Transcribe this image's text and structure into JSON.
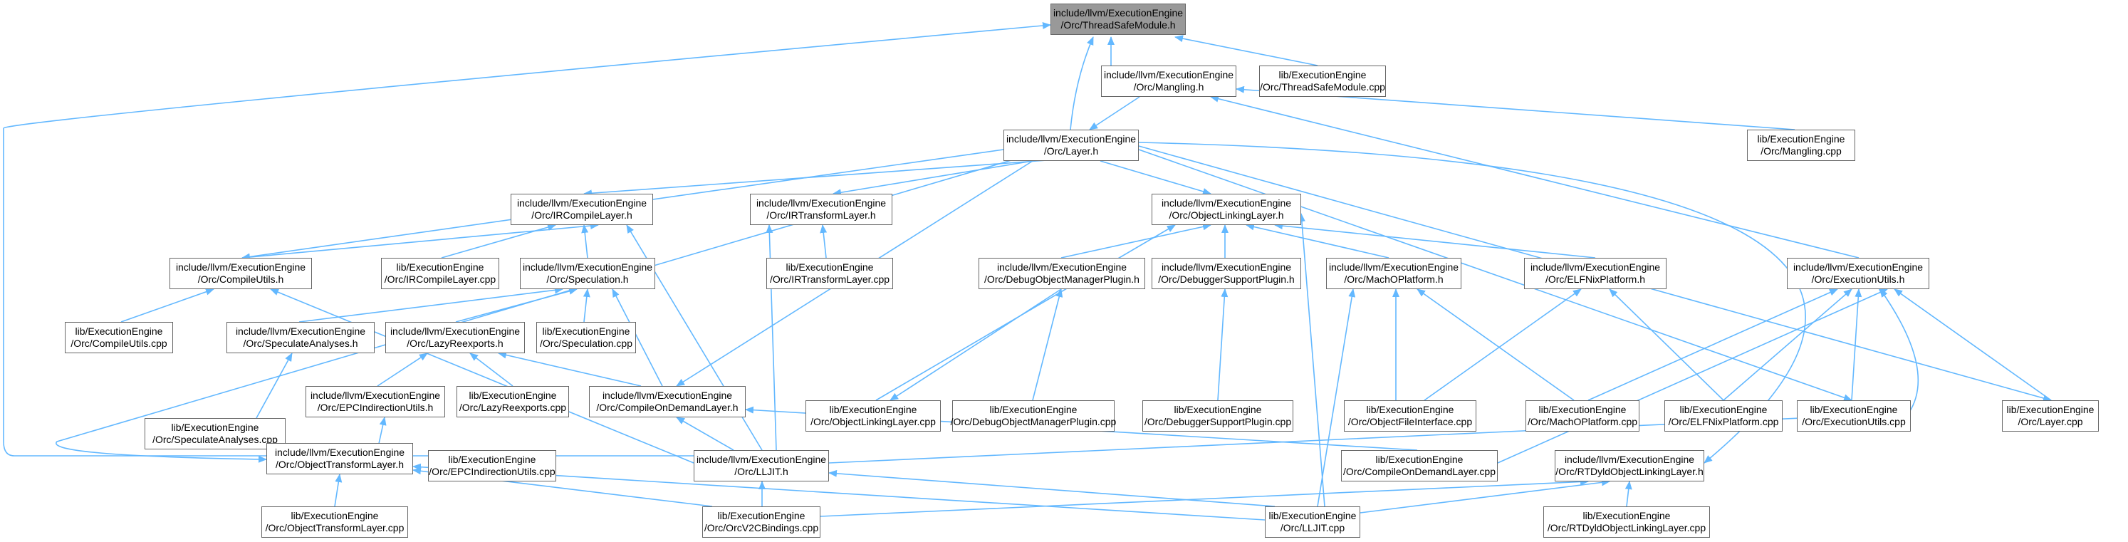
{
  "graph": {
    "colors": {
      "edge": "#63b8ff",
      "node_border": "#666666",
      "root_fill": "#999999",
      "node_fill": "#ffffff"
    },
    "nodes": {
      "tsm_h": {
        "line1": "include/llvm/ExecutionEngine",
        "line2": "/Orc/ThreadSafeModule.h"
      },
      "mangling_h": {
        "line1": "include/llvm/ExecutionEngine",
        "line2": "/Orc/Mangling.h"
      },
      "tsm_cpp": {
        "line1": "lib/ExecutionEngine",
        "line2": "/Orc/ThreadSafeModule.cpp"
      },
      "layer_h": {
        "line1": "include/llvm/ExecutionEngine",
        "line2": "/Orc/Layer.h"
      },
      "mangling_cpp": {
        "line1": "lib/ExecutionEngine",
        "line2": "/Orc/Mangling.cpp"
      },
      "ircompile_h": {
        "line1": "include/llvm/ExecutionEngine",
        "line2": "/Orc/IRCompileLayer.h"
      },
      "irtransform_h": {
        "line1": "include/llvm/ExecutionEngine",
        "line2": "/Orc/IRTransformLayer.h"
      },
      "objlinking_h": {
        "line1": "include/llvm/ExecutionEngine",
        "line2": "/Orc/ObjectLinkingLayer.h"
      },
      "compileutils_h": {
        "line1": "include/llvm/ExecutionEngine",
        "line2": "/Orc/CompileUtils.h"
      },
      "ircompile_cpp": {
        "line1": "lib/ExecutionEngine",
        "line2": "/Orc/IRCompileLayer.cpp"
      },
      "speculation_h": {
        "line1": "include/llvm/ExecutionEngine",
        "line2": "/Orc/Speculation.h"
      },
      "irtransform_cpp": {
        "line1": "lib/ExecutionEngine",
        "line2": "/Orc/IRTransformLayer.cpp"
      },
      "debugobj_h": {
        "line1": "include/llvm/ExecutionEngine",
        "line2": "/Orc/DebugObjectManagerPlugin.h"
      },
      "debuggersup_h": {
        "line1": "include/llvm/ExecutionEngine",
        "line2": "/Orc/DebuggerSupportPlugin.h"
      },
      "macho_h": {
        "line1": "include/llvm/ExecutionEngine",
        "line2": "/Orc/MachOPlatform.h"
      },
      "elfnix_h": {
        "line1": "include/llvm/ExecutionEngine",
        "line2": "/Orc/ELFNixPlatform.h"
      },
      "executils_h": {
        "line1": "include/llvm/ExecutionEngine",
        "line2": "/Orc/ExecutionUtils.h"
      },
      "compileutils_cpp": {
        "line1": "lib/ExecutionEngine",
        "line2": "/Orc/CompileUtils.cpp"
      },
      "specanalyses_h": {
        "line1": "include/llvm/ExecutionEngine",
        "line2": "/Orc/SpeculateAnalyses.h"
      },
      "lazyreexports_h": {
        "line1": "include/llvm/ExecutionEngine",
        "line2": "/Orc/LazyReexports.h"
      },
      "speculation_cpp": {
        "line1": "lib/ExecutionEngine",
        "line2": "/Orc/Speculation.cpp"
      },
      "objlinking_cpp": {
        "line1": "lib/ExecutionEngine",
        "line2": "/Orc/ObjectLinkingLayer.cpp"
      },
      "debugobj_cpp": {
        "line1": "lib/ExecutionEngine",
        "line2": "/Orc/DebugObjectManagerPlugin.cpp"
      },
      "debuggersup_cpp": {
        "line1": "lib/ExecutionEngine",
        "line2": "/Orc/DebuggerSupportPlugin.cpp"
      },
      "objfileif_cpp": {
        "line1": "lib/ExecutionEngine",
        "line2": "/Orc/ObjectFileInterface.cpp"
      },
      "macho_cpp": {
        "line1": "lib/ExecutionEngine",
        "line2": "/Orc/MachOPlatform.cpp"
      },
      "elfnix_cpp": {
        "line1": "lib/ExecutionEngine",
        "line2": "/Orc/ELFNixPlatform.cpp"
      },
      "executils_cpp": {
        "line1": "lib/ExecutionEngine",
        "line2": "/Orc/ExecutionUtils.cpp"
      },
      "layer_cpp": {
        "line1": "lib/ExecutionEngine",
        "line2": "/Orc/Layer.cpp"
      },
      "specanalyses_cpp": {
        "line1": "lib/ExecutionEngine",
        "line2": "/Orc/SpeculateAnalyses.cpp"
      },
      "epcind_h": {
        "line1": "include/llvm/ExecutionEngine",
        "line2": "/Orc/EPCIndirectionUtils.h"
      },
      "lazyreexports_cpp": {
        "line1": "lib/ExecutionEngine",
        "line2": "/Orc/LazyReexports.cpp"
      },
      "compileondemand_h": {
        "line1": "include/llvm/ExecutionEngine",
        "line2": "/Orc/CompileOnDemandLayer.h"
      },
      "objtransform_h": {
        "line1": "include/llvm/ExecutionEngine",
        "line2": "/Orc/ObjectTransformLayer.h"
      },
      "epcind_cpp": {
        "line1": "lib/ExecutionEngine",
        "line2": "/Orc/EPCIndirectionUtils.cpp"
      },
      "lljit_h": {
        "line1": "include/llvm/ExecutionEngine",
        "line2": "/Orc/LLJIT.h"
      },
      "compileondemand_cpp": {
        "line1": "lib/ExecutionEngine",
        "line2": "/Orc/CompileOnDemandLayer.cpp"
      },
      "rtdyld_h": {
        "line1": "include/llvm/ExecutionEngine",
        "line2": "/Orc/RTDyldObjectLinkingLayer.h"
      },
      "objtransform_cpp": {
        "line1": "lib/ExecutionEngine",
        "line2": "/Orc/ObjectTransformLayer.cpp"
      },
      "orcv2c_cpp": {
        "line1": "lib/ExecutionEngine",
        "line2": "/Orc/OrcV2CBindings.cpp"
      },
      "lljit_cpp": {
        "line1": "lib/ExecutionEngine",
        "line2": "/Orc/LLJIT.cpp"
      },
      "rtdyld_cpp": {
        "line1": "lib/ExecutionEngine",
        "line2": "/Orc/RTDyldObjectLinkingLayer.cpp"
      }
    }
  }
}
